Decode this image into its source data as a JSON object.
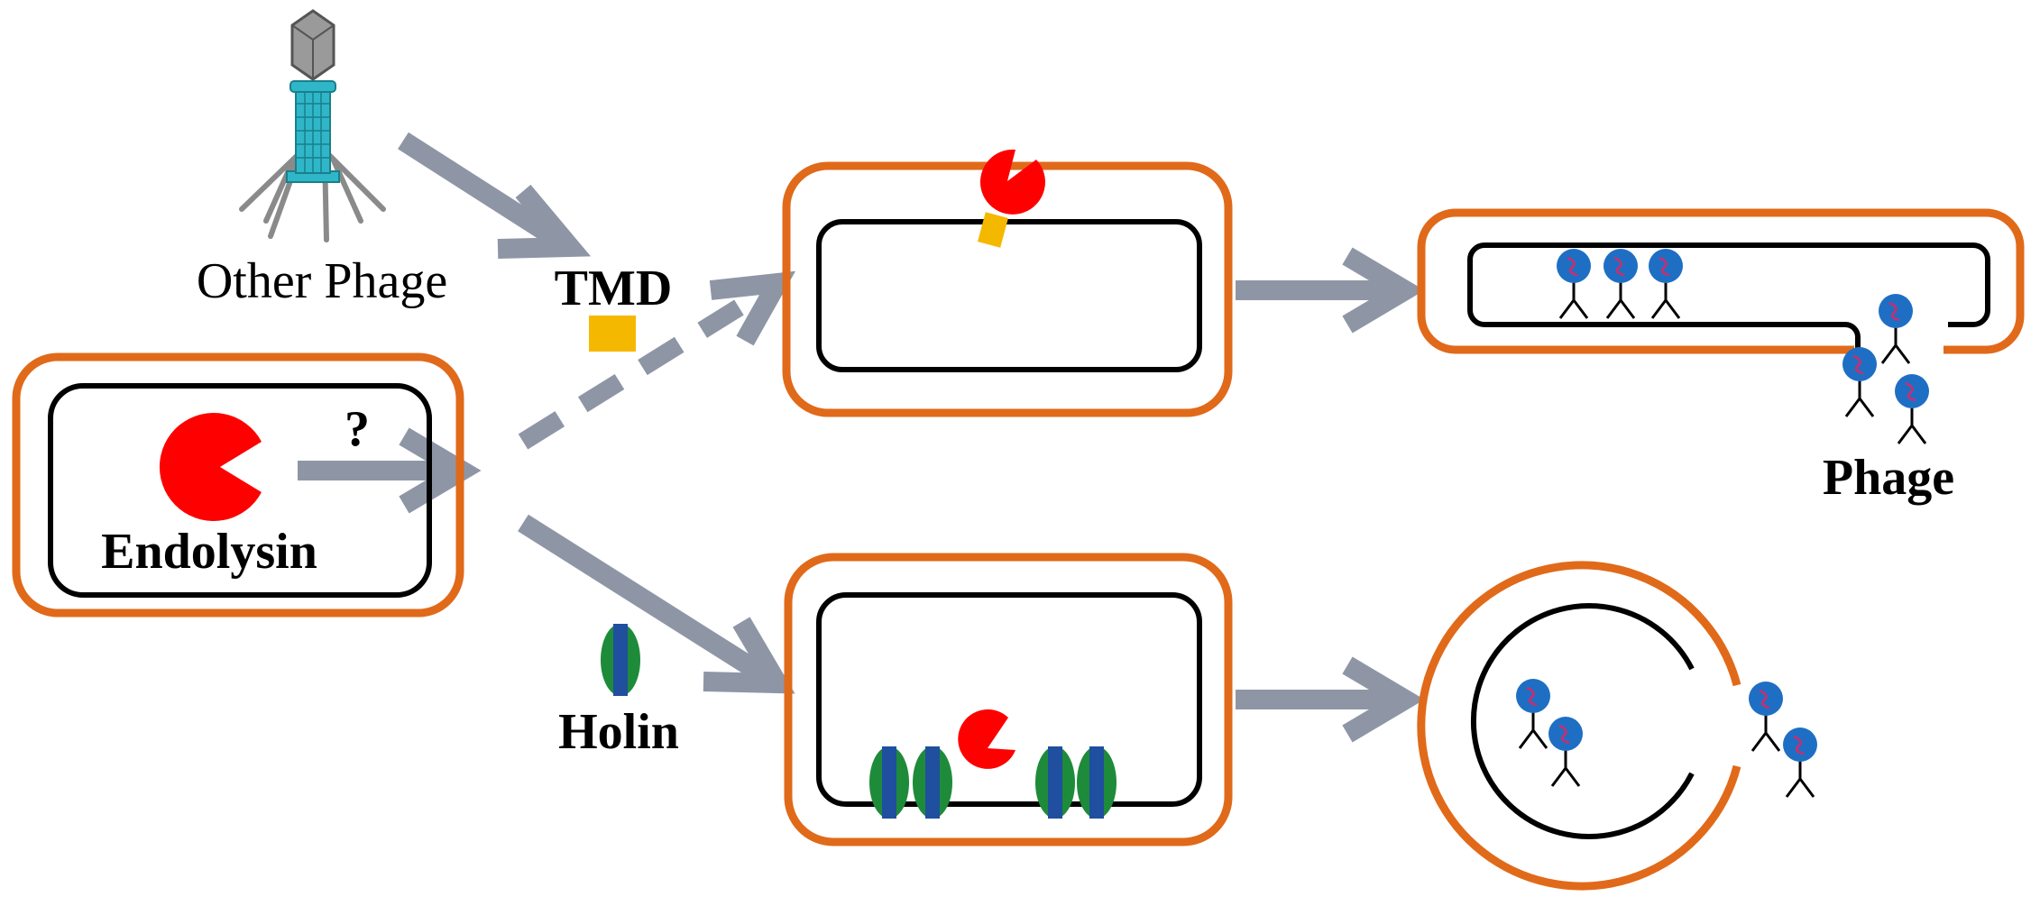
{
  "labels": {
    "other_phage": "Other Phage",
    "tmd": "TMD",
    "endolysin": "Endolysin",
    "question": "?",
    "holin": "Holin",
    "phage": "Phage"
  },
  "colors": {
    "outer_membrane": "#E06A1A",
    "inner_membrane": "#000000",
    "arrow": "#8E96A6",
    "endolysin": "#FF0000",
    "tmd": "#F5B800",
    "holin_outer": "#1E8B3A",
    "holin_inner": "#1F4F9E",
    "phage_head": "#1E6FC4",
    "phage_dna": "#D22A6A",
    "phage_tail": "#2FB7C9",
    "phage_capsid": "#8A8A8A"
  },
  "icons": {
    "phage": "bacteriophage-icon",
    "endolysin": "pacman-enzyme-icon",
    "holin": "barrel-protein-icon"
  }
}
